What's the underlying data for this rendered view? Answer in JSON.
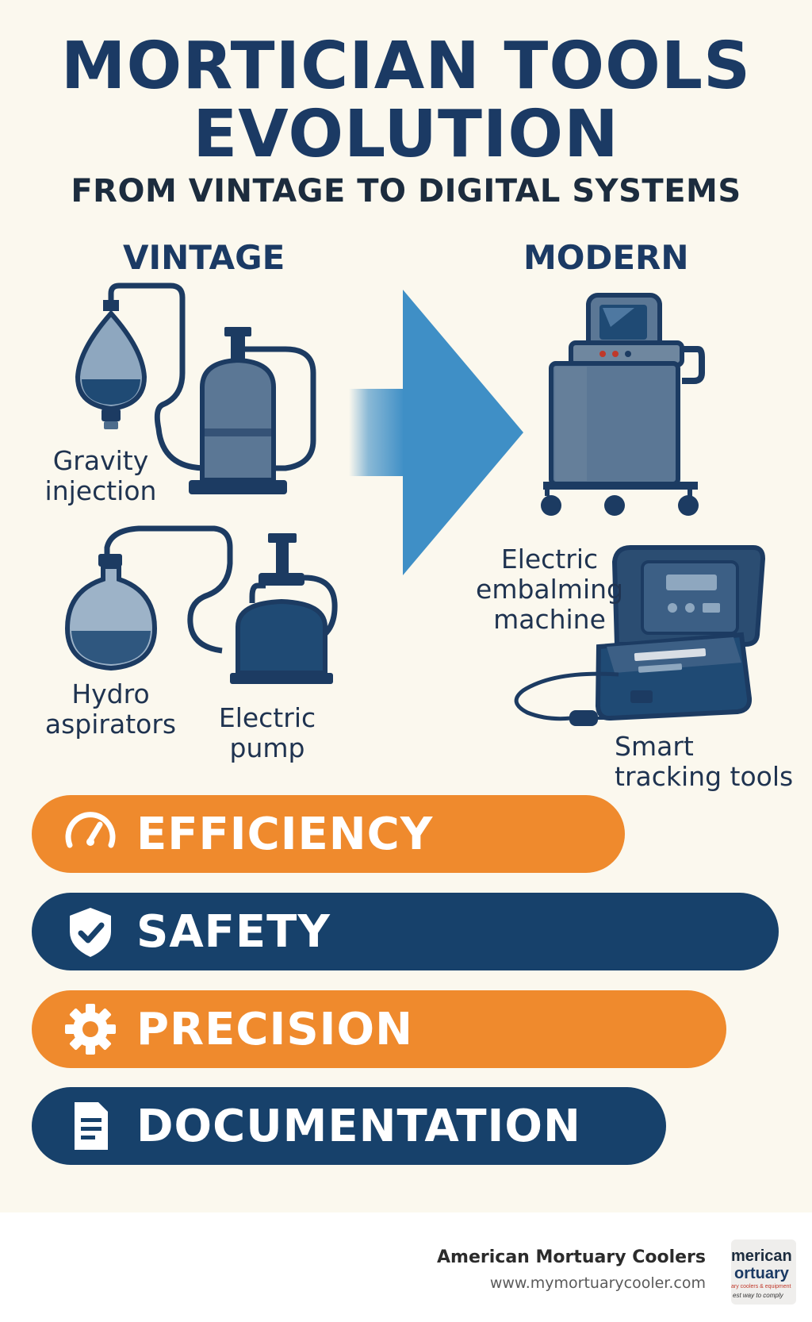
{
  "header": {
    "title_line1": "MORTICIAN TOOLS",
    "title_line2": "EVOLUTION",
    "subtitle": "FROM VINTAGE TO DIGITAL SYSTEMS"
  },
  "vintage": {
    "heading": "VINTAGE",
    "labels": {
      "gravity_1": "Gravity",
      "gravity_2": "injection",
      "hydro_1": "Hydro",
      "hydro_2": "aspirators",
      "pump_1": "Electric",
      "pump_2": "pump"
    }
  },
  "modern": {
    "heading": "MODERN",
    "labels": {
      "machine_1": "Electric",
      "machine_2": "embalming",
      "machine_3": "machine",
      "smart_1": "Smart",
      "smart_2": "tracking tools"
    }
  },
  "benefits": [
    {
      "label": "EFFICIENCY",
      "icon": "gauge-icon",
      "color": "#ef8a2d"
    },
    {
      "label": "SAFETY",
      "icon": "shield-check-icon",
      "color": "#17416b"
    },
    {
      "label": "PRECISION",
      "icon": "gear-icon",
      "color": "#ef8a2d"
    },
    {
      "label": "DOCUMENTATION",
      "icon": "document-icon",
      "color": "#17416b"
    }
  ],
  "footer": {
    "brand": "American Mortuary Coolers",
    "url": "www.mymortuarycooler.com",
    "logo_line1": "merican",
    "logo_line2": "ortuary",
    "logo_line3": "ary coolers & equipment",
    "logo_line4": "est way to comply"
  },
  "colors": {
    "background": "#fbf8ee",
    "navy": "#17416b",
    "orange": "#ef8a2d",
    "arrow_blue": "#3f8fc6"
  }
}
